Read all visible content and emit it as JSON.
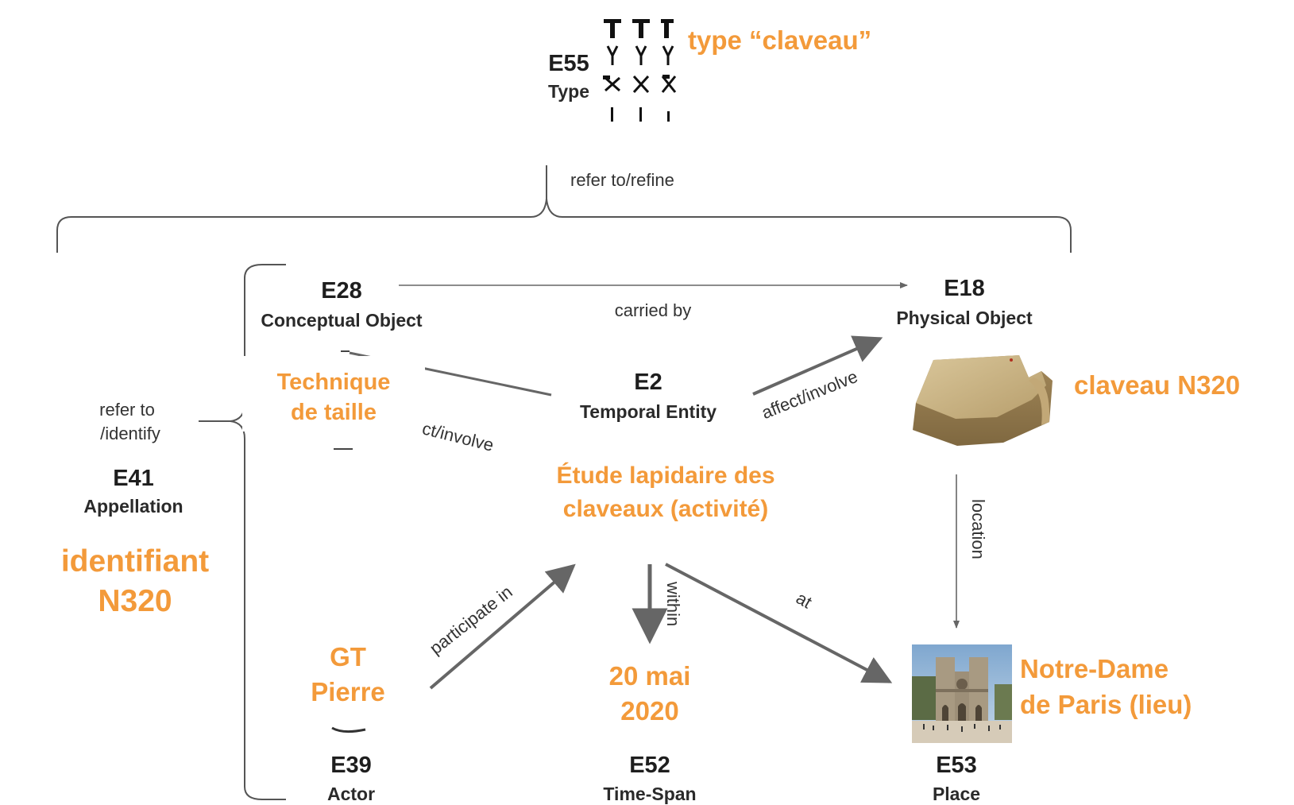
{
  "classes": {
    "e55": {
      "code": "E55",
      "name": "Type"
    },
    "e28": {
      "code": "E28",
      "name": "Conceptual Object"
    },
    "e18": {
      "code": "E18",
      "name": "Physical Object"
    },
    "e2": {
      "code": "E2",
      "name": "Temporal Entity"
    },
    "e41": {
      "code": "E41",
      "name": "Appellation"
    },
    "e39": {
      "code": "E39",
      "name": "Actor"
    },
    "e52": {
      "code": "E52",
      "name": "Time-Span"
    },
    "e53": {
      "code": "E53",
      "name": "Place"
    }
  },
  "properties": {
    "refer_refine": "refer to/refine",
    "carried_by": "carried by",
    "affect_involve_left": "ct/involve",
    "affect_involve_right": "affect/involve",
    "refer_identify_1": "refer to",
    "refer_identify_2": "/identify",
    "location": "location",
    "participate_in": "participate in",
    "within": "within",
    "at": "at"
  },
  "instances": {
    "type": "type “claveau”",
    "technique_1": "Technique",
    "technique_2": "de taille",
    "claveau": "claveau N320",
    "etude_1": "Étude lapidaire des",
    "etude_2": "claveaux (activité)",
    "identifiant_1": "identifiant",
    "identifiant_2": "N320",
    "actor_1": "GT",
    "actor_2": "Pierre",
    "date_1": "20 mai",
    "date_2": "2020",
    "place_1": "Notre-Dame",
    "place_2": "de Paris (lieu)"
  },
  "colors": {
    "accent": "#F39A3A",
    "line": "#666666",
    "text": "#222222"
  },
  "icons": [
    "stonemason-tools-icon",
    "stone-block-photo",
    "notre-dame-photo"
  ]
}
